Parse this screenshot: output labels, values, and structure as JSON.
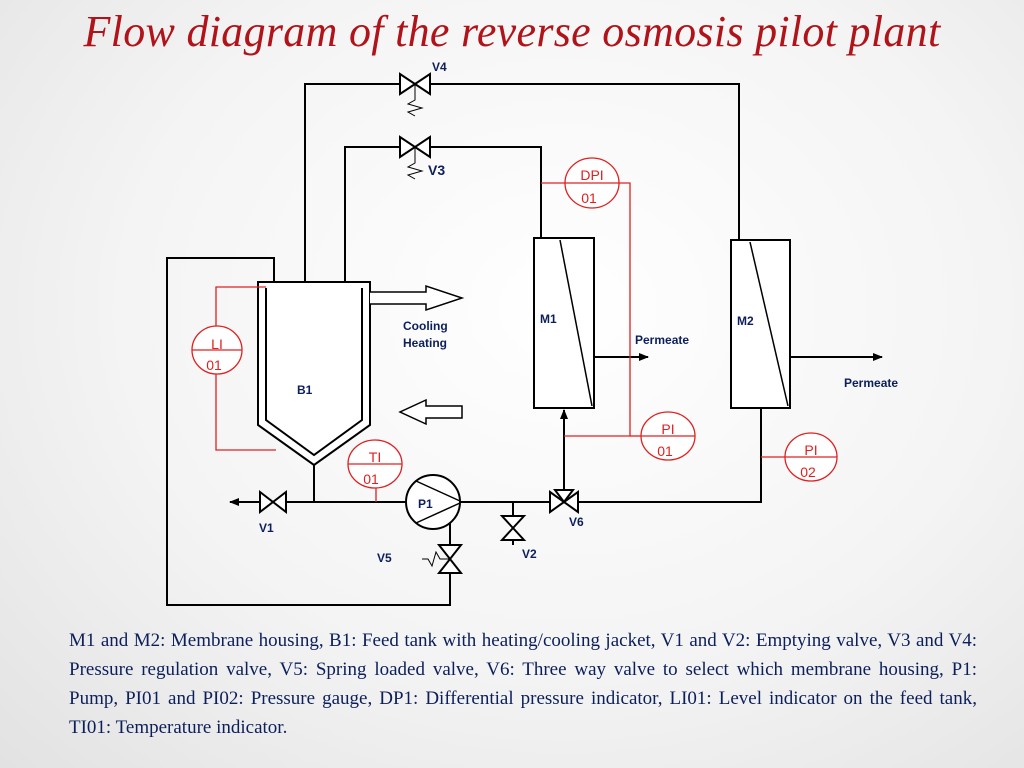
{
  "title": "Flow diagram of the reverse osmosis pilot plant",
  "diagram": {
    "valves": {
      "v1": "V1",
      "v2": "V2",
      "v3": "V3",
      "v4": "V4",
      "v5": "V5",
      "v6": "V6"
    },
    "equipment": {
      "tank": "B1",
      "pump": "P1",
      "membrane1": "M1",
      "membrane2": "M2"
    },
    "instruments": {
      "dpi01": [
        "DPI",
        "01"
      ],
      "li01": [
        "LI",
        "01"
      ],
      "ti01": [
        "TI",
        "01"
      ],
      "pi01": [
        "PI",
        "01"
      ],
      "pi02": [
        "PI",
        "02"
      ]
    },
    "streams": {
      "cooling": "Cooling",
      "heating": "Heating",
      "permeate_m1": "Permeate",
      "permeate_m2": "Permeate"
    }
  },
  "legend": "M1 and M2: Membrane housing,  B1: Feed tank with heating/cooling jacket, V1 and V2: Emptying valve, V3 and V4: Pressure regulation valve, V5: Spring loaded valve, V6: Three way valve to select which membrane housing, P1: Pump, PI01 and PI02: Pressure gauge, DP1: Differential pressure indicator, LI01: Level indicator on the feed tank, TI01: Temperature indicator.",
  "colors": {
    "title": "#b0141a",
    "process_line": "#000000",
    "instrument": "#e02020",
    "label": "#0c1f5a"
  }
}
